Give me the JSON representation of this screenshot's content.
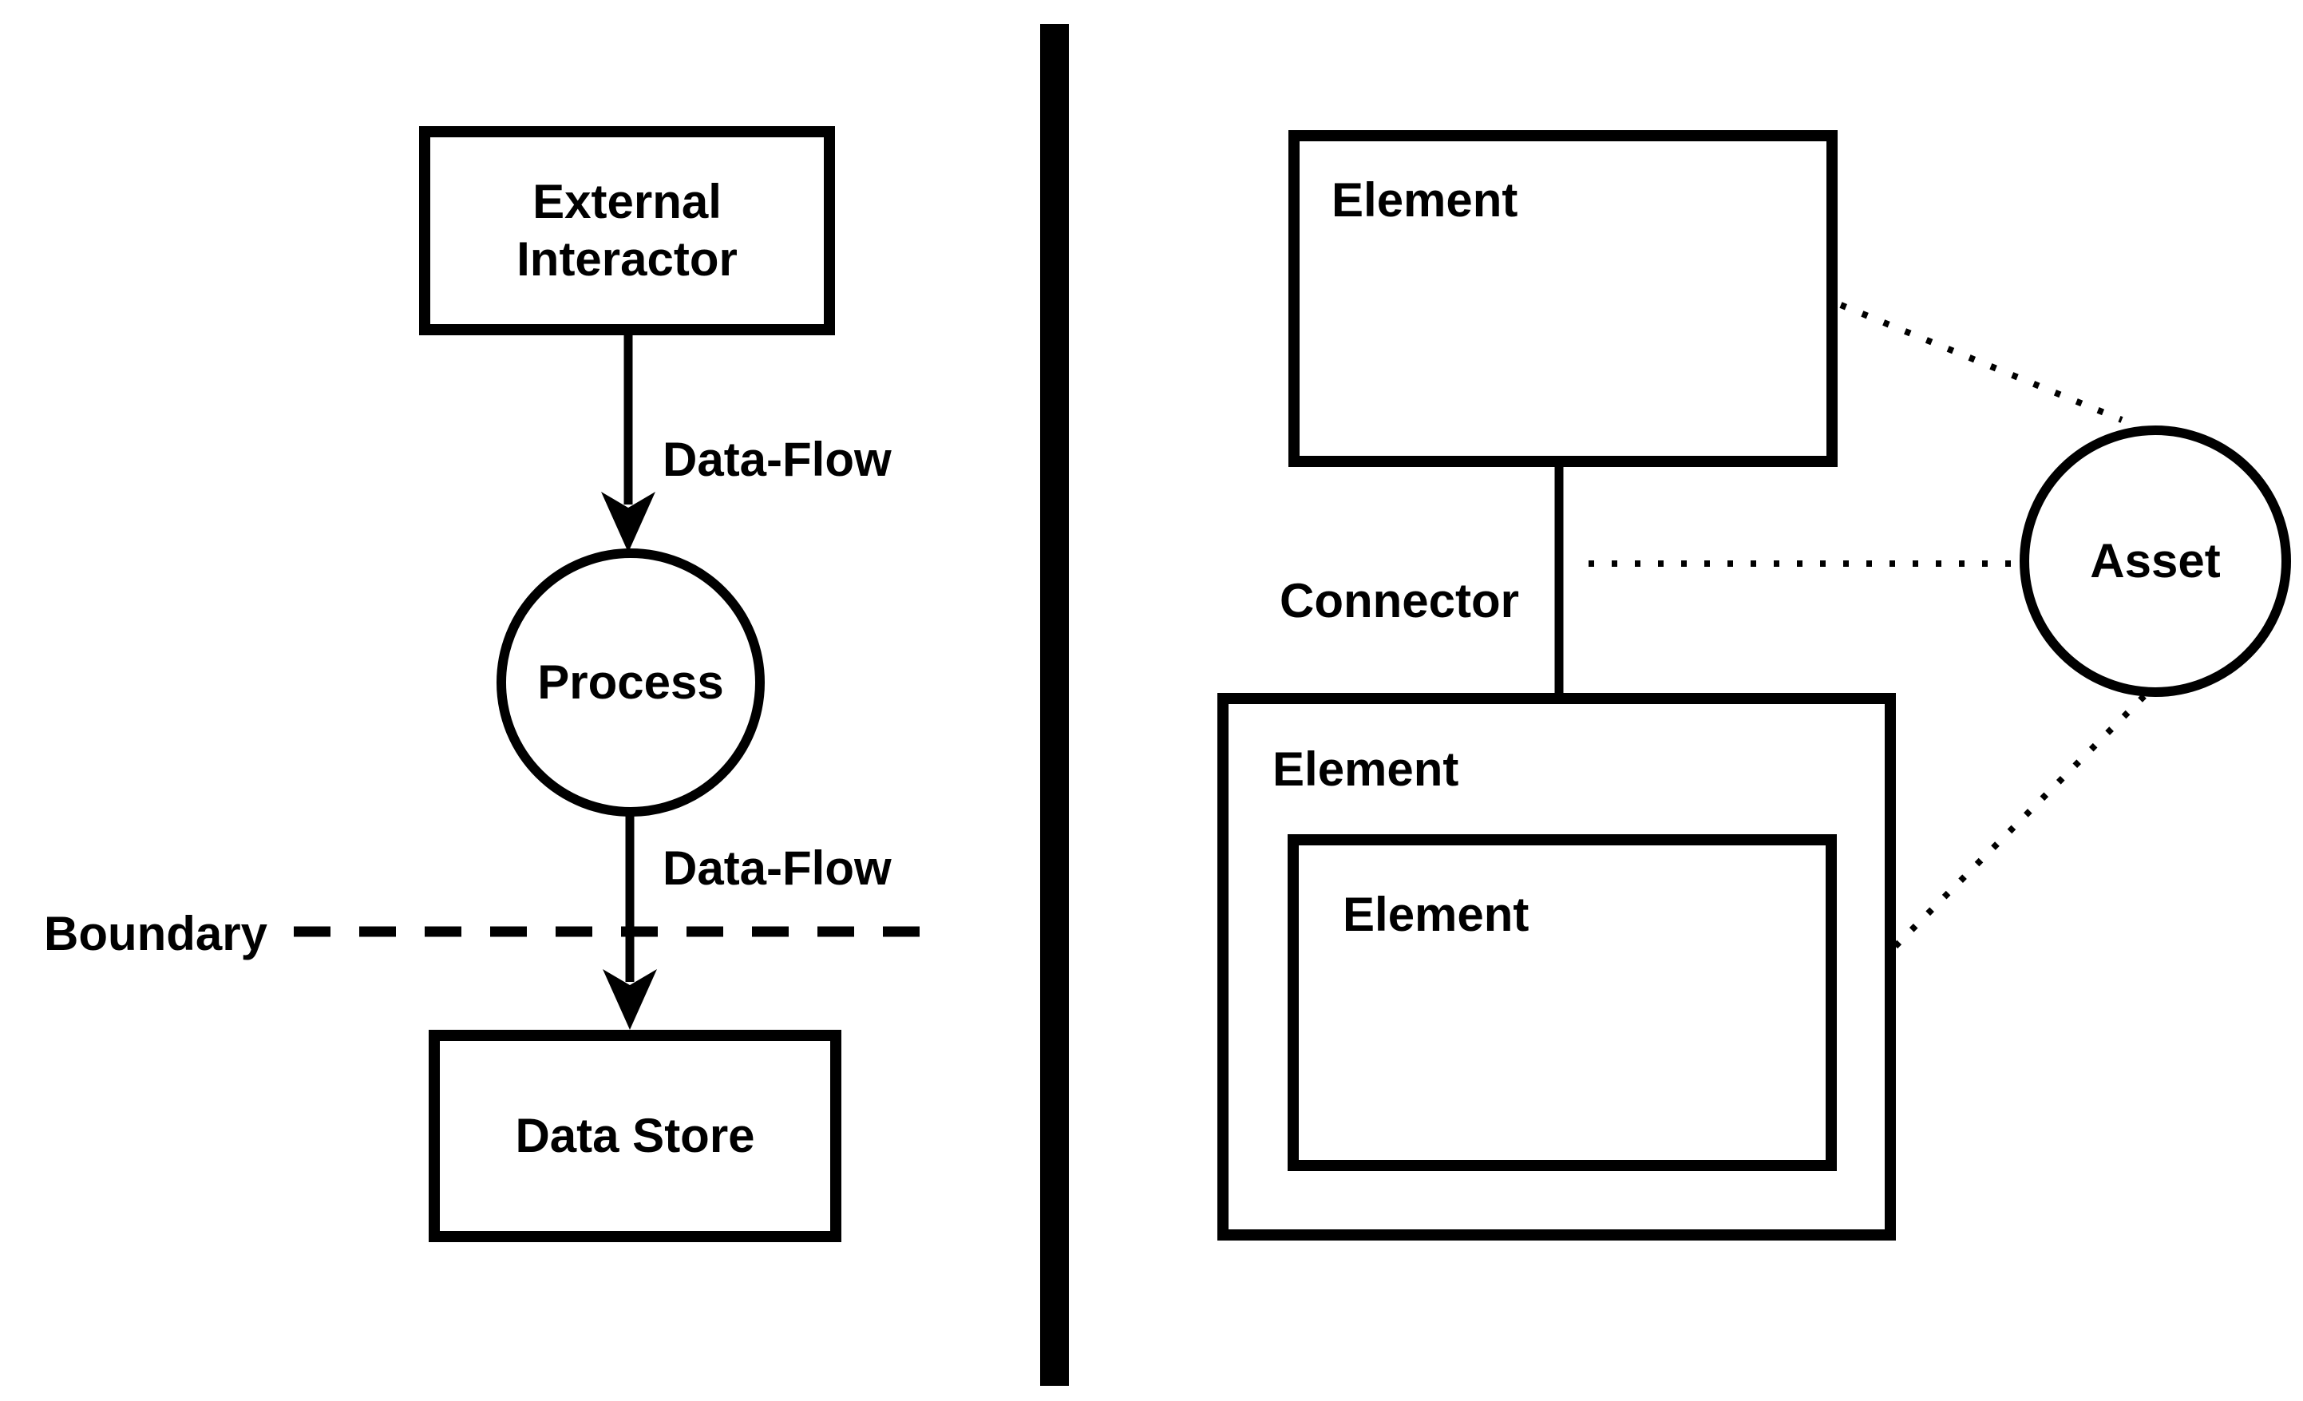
{
  "colors": {
    "ink": "#000000",
    "background": "#ffffff"
  },
  "left_diagram": {
    "external_interactor_label": "External Interactor",
    "dataflow_top_label": "Data-Flow",
    "process_label": "Process",
    "dataflow_bottom_label": "Data-Flow",
    "boundary_label": "Boundary",
    "data_store_label": "Data Store"
  },
  "right_diagram": {
    "element_top_label": "Element",
    "connector_label": "Connector",
    "element_outer_label": "Element",
    "element_inner_label": "Element",
    "asset_label": "Asset"
  }
}
